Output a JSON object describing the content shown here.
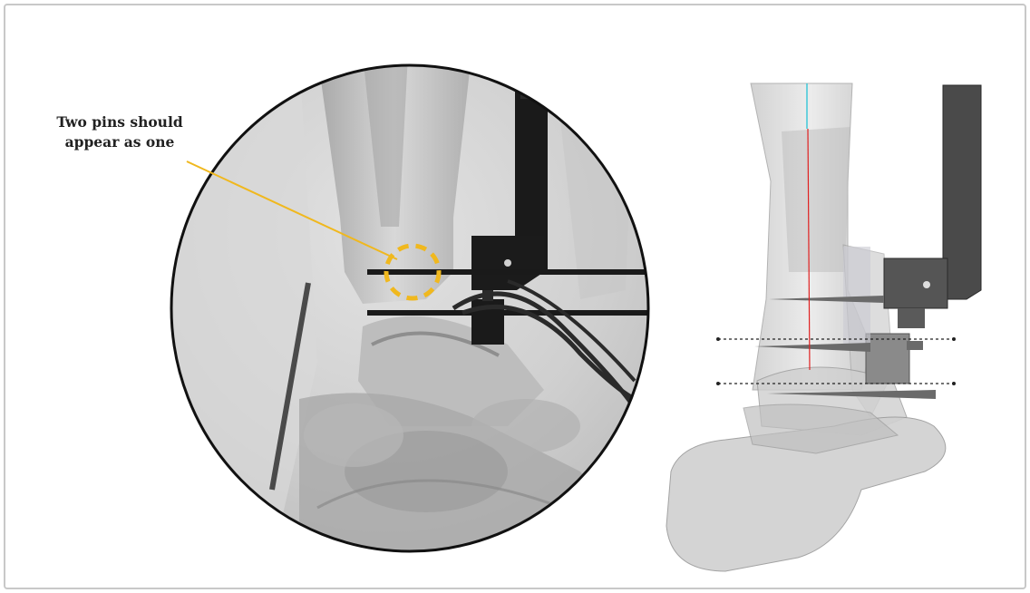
{
  "callout": {
    "line1": "Two pins should",
    "line2": "appear as one"
  },
  "colors": {
    "frame_border": "#c8c8c8",
    "callout_line": "#f0b81e",
    "target_circle": "#f0b81e",
    "axis_red": "#e02020",
    "axis_cyan": "#3fc8d8"
  },
  "icons": {
    "xray_view": "fluoroscopy-image",
    "model_view": "3d-ankle-model-with-guide"
  }
}
